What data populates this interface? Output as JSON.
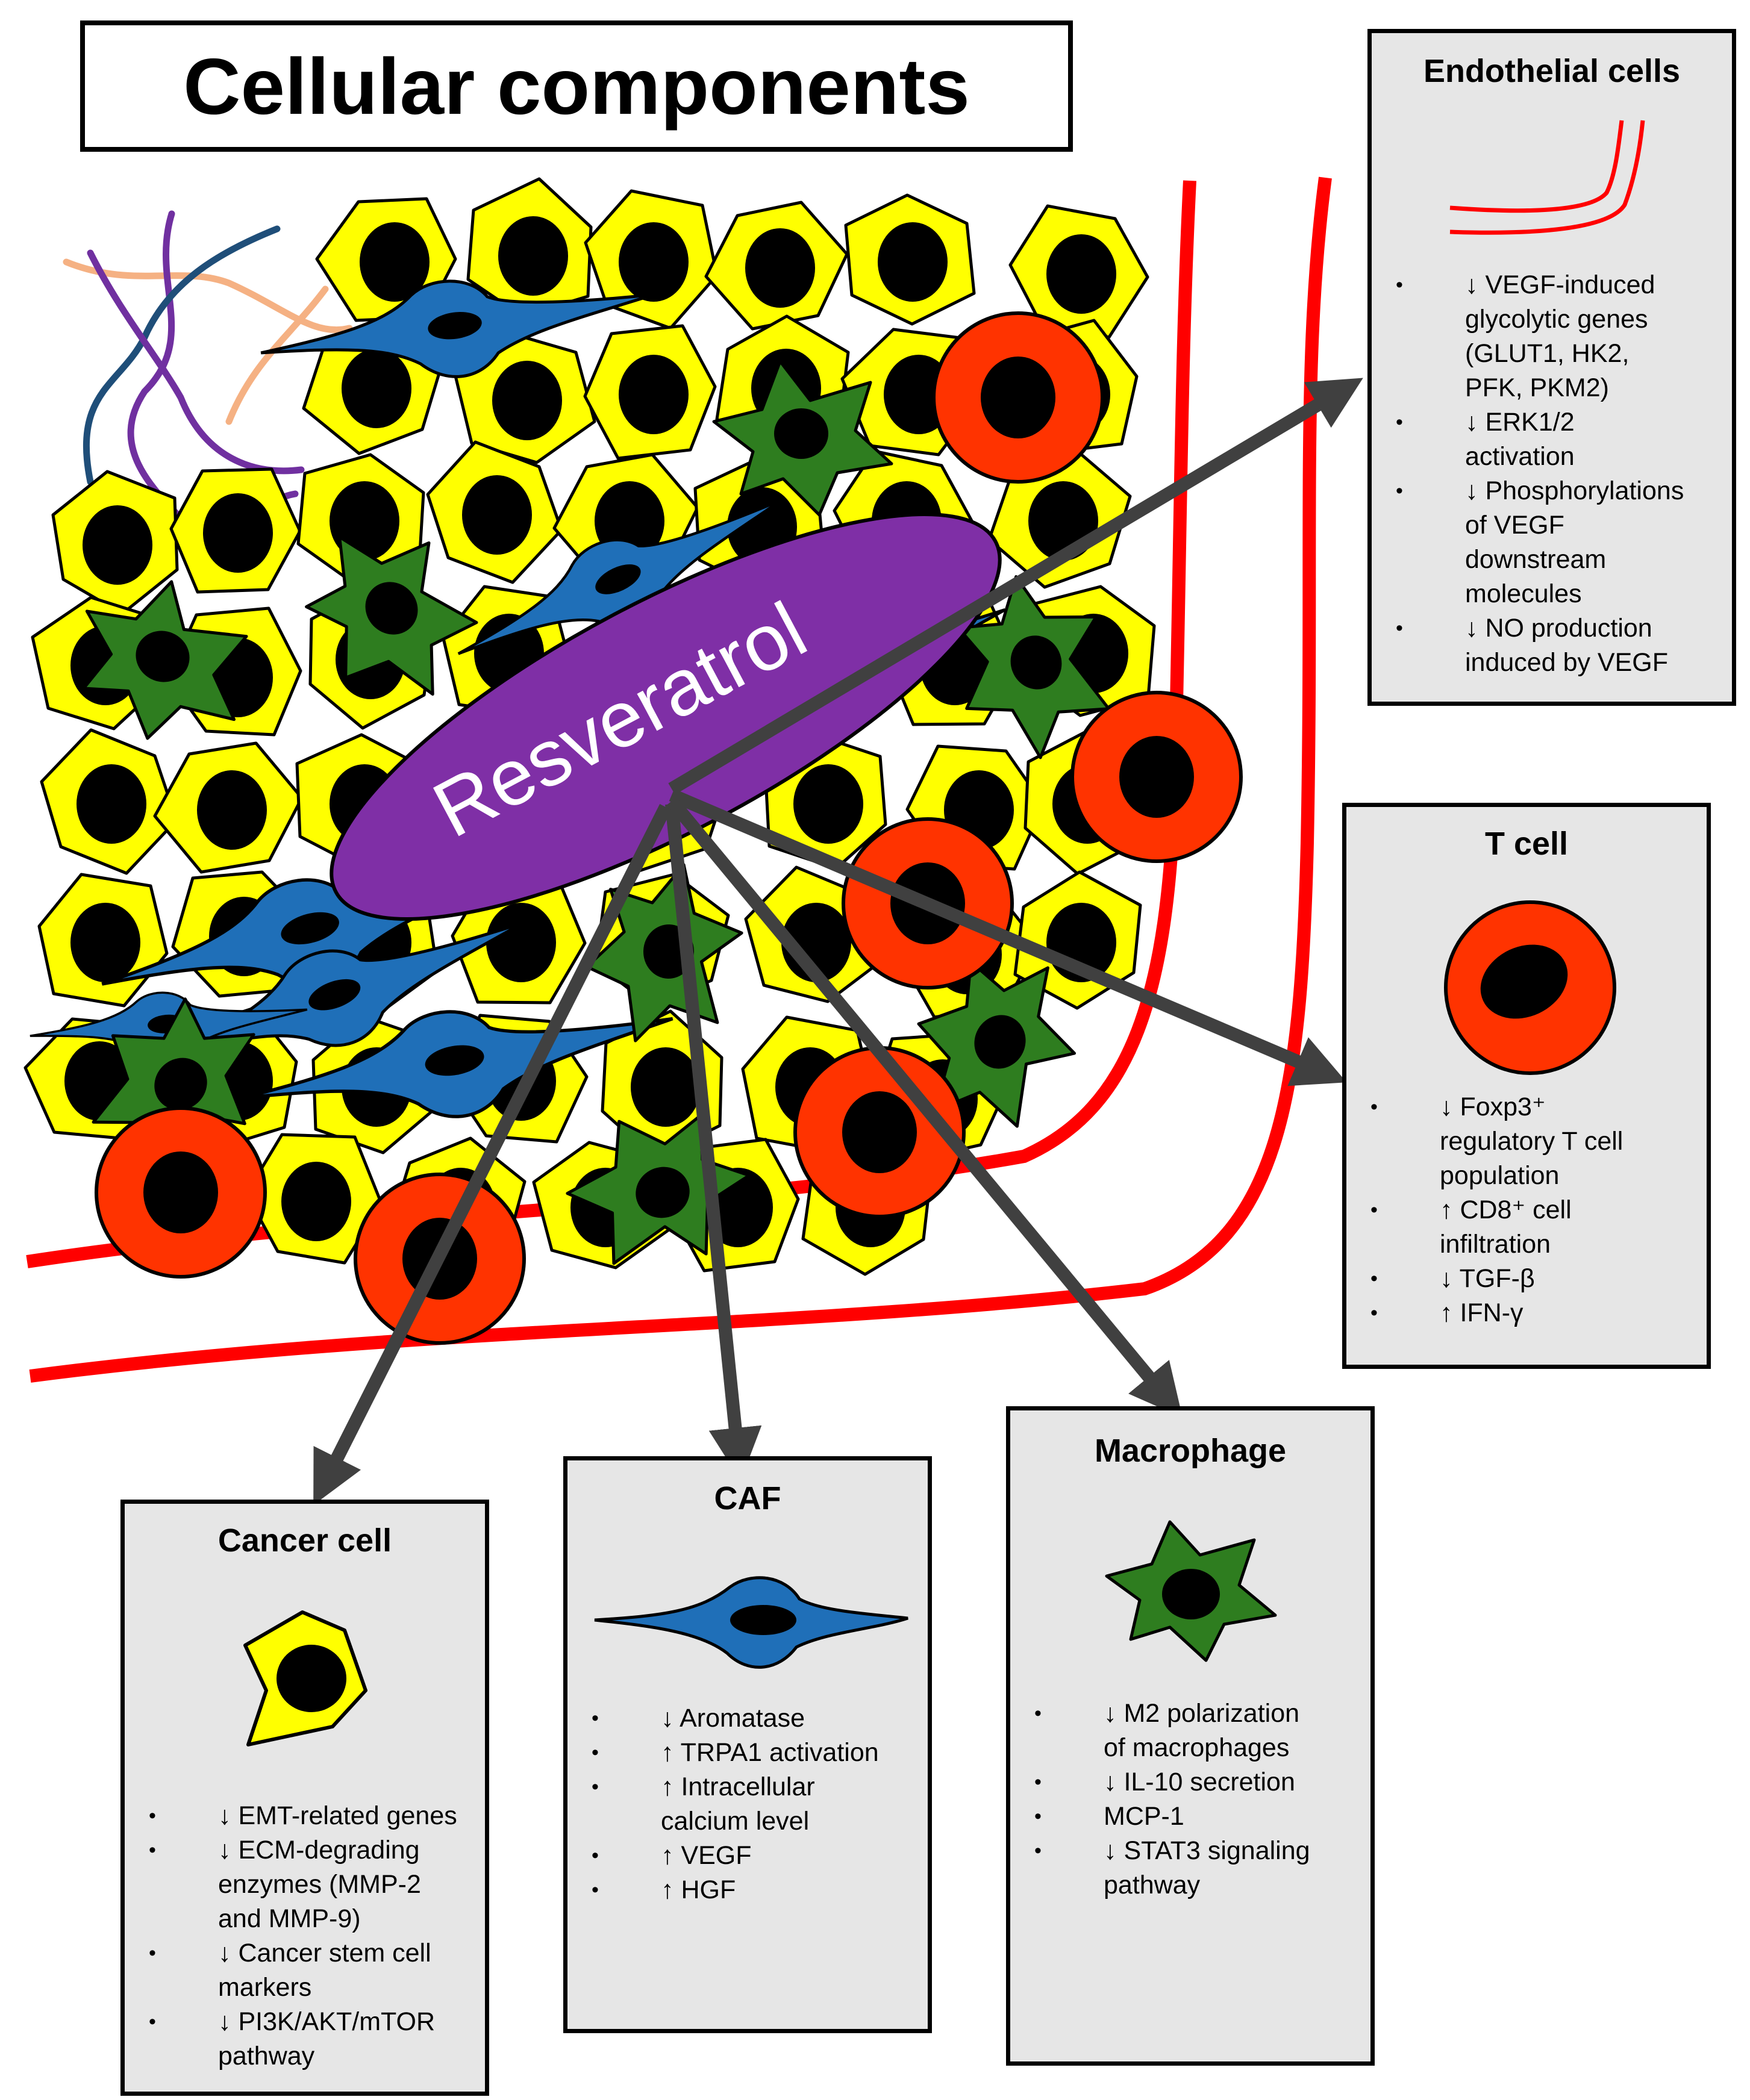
{
  "title": "Cellular components",
  "center_label": "Resveratrol",
  "colors": {
    "cancer_cell": "#ffff00",
    "caf": "#1f6fb8",
    "macrophage": "#2e7d1f",
    "t_cell": "#ff3300",
    "resveratrol": "#7f2fa6",
    "vessel": "#ff0000",
    "arrow": "#404040",
    "panel": "#e6e6e6"
  },
  "panels": {
    "endothelial": {
      "title": "Endothelial cells",
      "items": [
        [
          "↓ VEGF-induced",
          "glycolytic genes",
          "(GLUT1, HK2,",
          "PFK, PKM2)"
        ],
        [
          "↓ ERK1/2",
          "activation"
        ],
        [
          "↓ Phosphorylations",
          "of VEGF",
          "downstream",
          "molecules"
        ],
        [
          "↓ NO production",
          "induced by VEGF"
        ]
      ]
    },
    "tcell": {
      "title": "T cell",
      "items": [
        [
          "↓ Foxp3⁺",
          "regulatory T cell",
          "population"
        ],
        [
          "↑ CD8⁺ cell",
          "infiltration"
        ],
        [
          "↓ TGF-β"
        ],
        [
          "↑ IFN-γ"
        ]
      ]
    },
    "macrophage": {
      "title": "Macrophage",
      "items": [
        [
          "↓ M2 polarization",
          "of macrophages"
        ],
        [
          "↓ IL-10 secretion"
        ],
        [
          "MCP-1"
        ],
        [
          "↓ STAT3 signaling",
          "pathway"
        ]
      ]
    },
    "caf": {
      "title": "CAF",
      "items": [
        [
          "↓ Aromatase"
        ],
        [
          "↑ TRPA1 activation"
        ],
        [
          "↑ Intracellular",
          "calcium level"
        ],
        [
          "↑ VEGF"
        ],
        [
          "↑ HGF"
        ]
      ]
    },
    "cancer": {
      "title": "Cancer cell",
      "items": [
        [
          "↓ EMT-related genes"
        ],
        [
          "↓ ECM-degrading",
          "enzymes (MMP-2",
          "and MMP-9)"
        ],
        [
          "↓ Cancer stem cell",
          "markers"
        ],
        [
          "↓ PI3K/AKT/mTOR",
          "pathway"
        ]
      ]
    }
  }
}
